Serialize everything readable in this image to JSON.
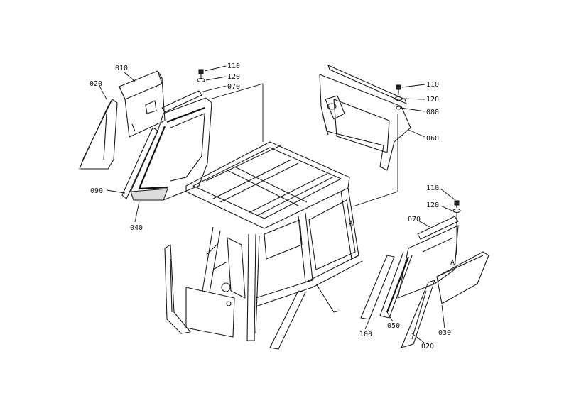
{
  "callouts": [
    {
      "id": "c-010-left",
      "text": "010"
    },
    {
      "id": "c-020-left",
      "text": "020"
    },
    {
      "id": "c-110-left",
      "text": "110"
    },
    {
      "id": "c-120-left",
      "text": "120"
    },
    {
      "id": "c-070-left",
      "text": "070"
    },
    {
      "id": "c-090",
      "text": "090"
    },
    {
      "id": "c-040",
      "text": "040"
    },
    {
      "id": "c-110-top-right",
      "text": "110"
    },
    {
      "id": "c-120-top-right",
      "text": "120"
    },
    {
      "id": "c-080",
      "text": "080"
    },
    {
      "id": "c-060",
      "text": "060"
    },
    {
      "id": "c-110-right",
      "text": "110"
    },
    {
      "id": "c-120-right",
      "text": "120"
    },
    {
      "id": "c-070-right",
      "text": "070"
    },
    {
      "id": "c-100",
      "text": "100"
    },
    {
      "id": "c-050",
      "text": "050"
    },
    {
      "id": "c-020-right",
      "text": "020"
    },
    {
      "id": "c-030",
      "text": "030"
    }
  ],
  "markers": [
    {
      "id": "m-a-frame",
      "text": "A"
    },
    {
      "id": "m-a-right",
      "text": "A"
    }
  ]
}
